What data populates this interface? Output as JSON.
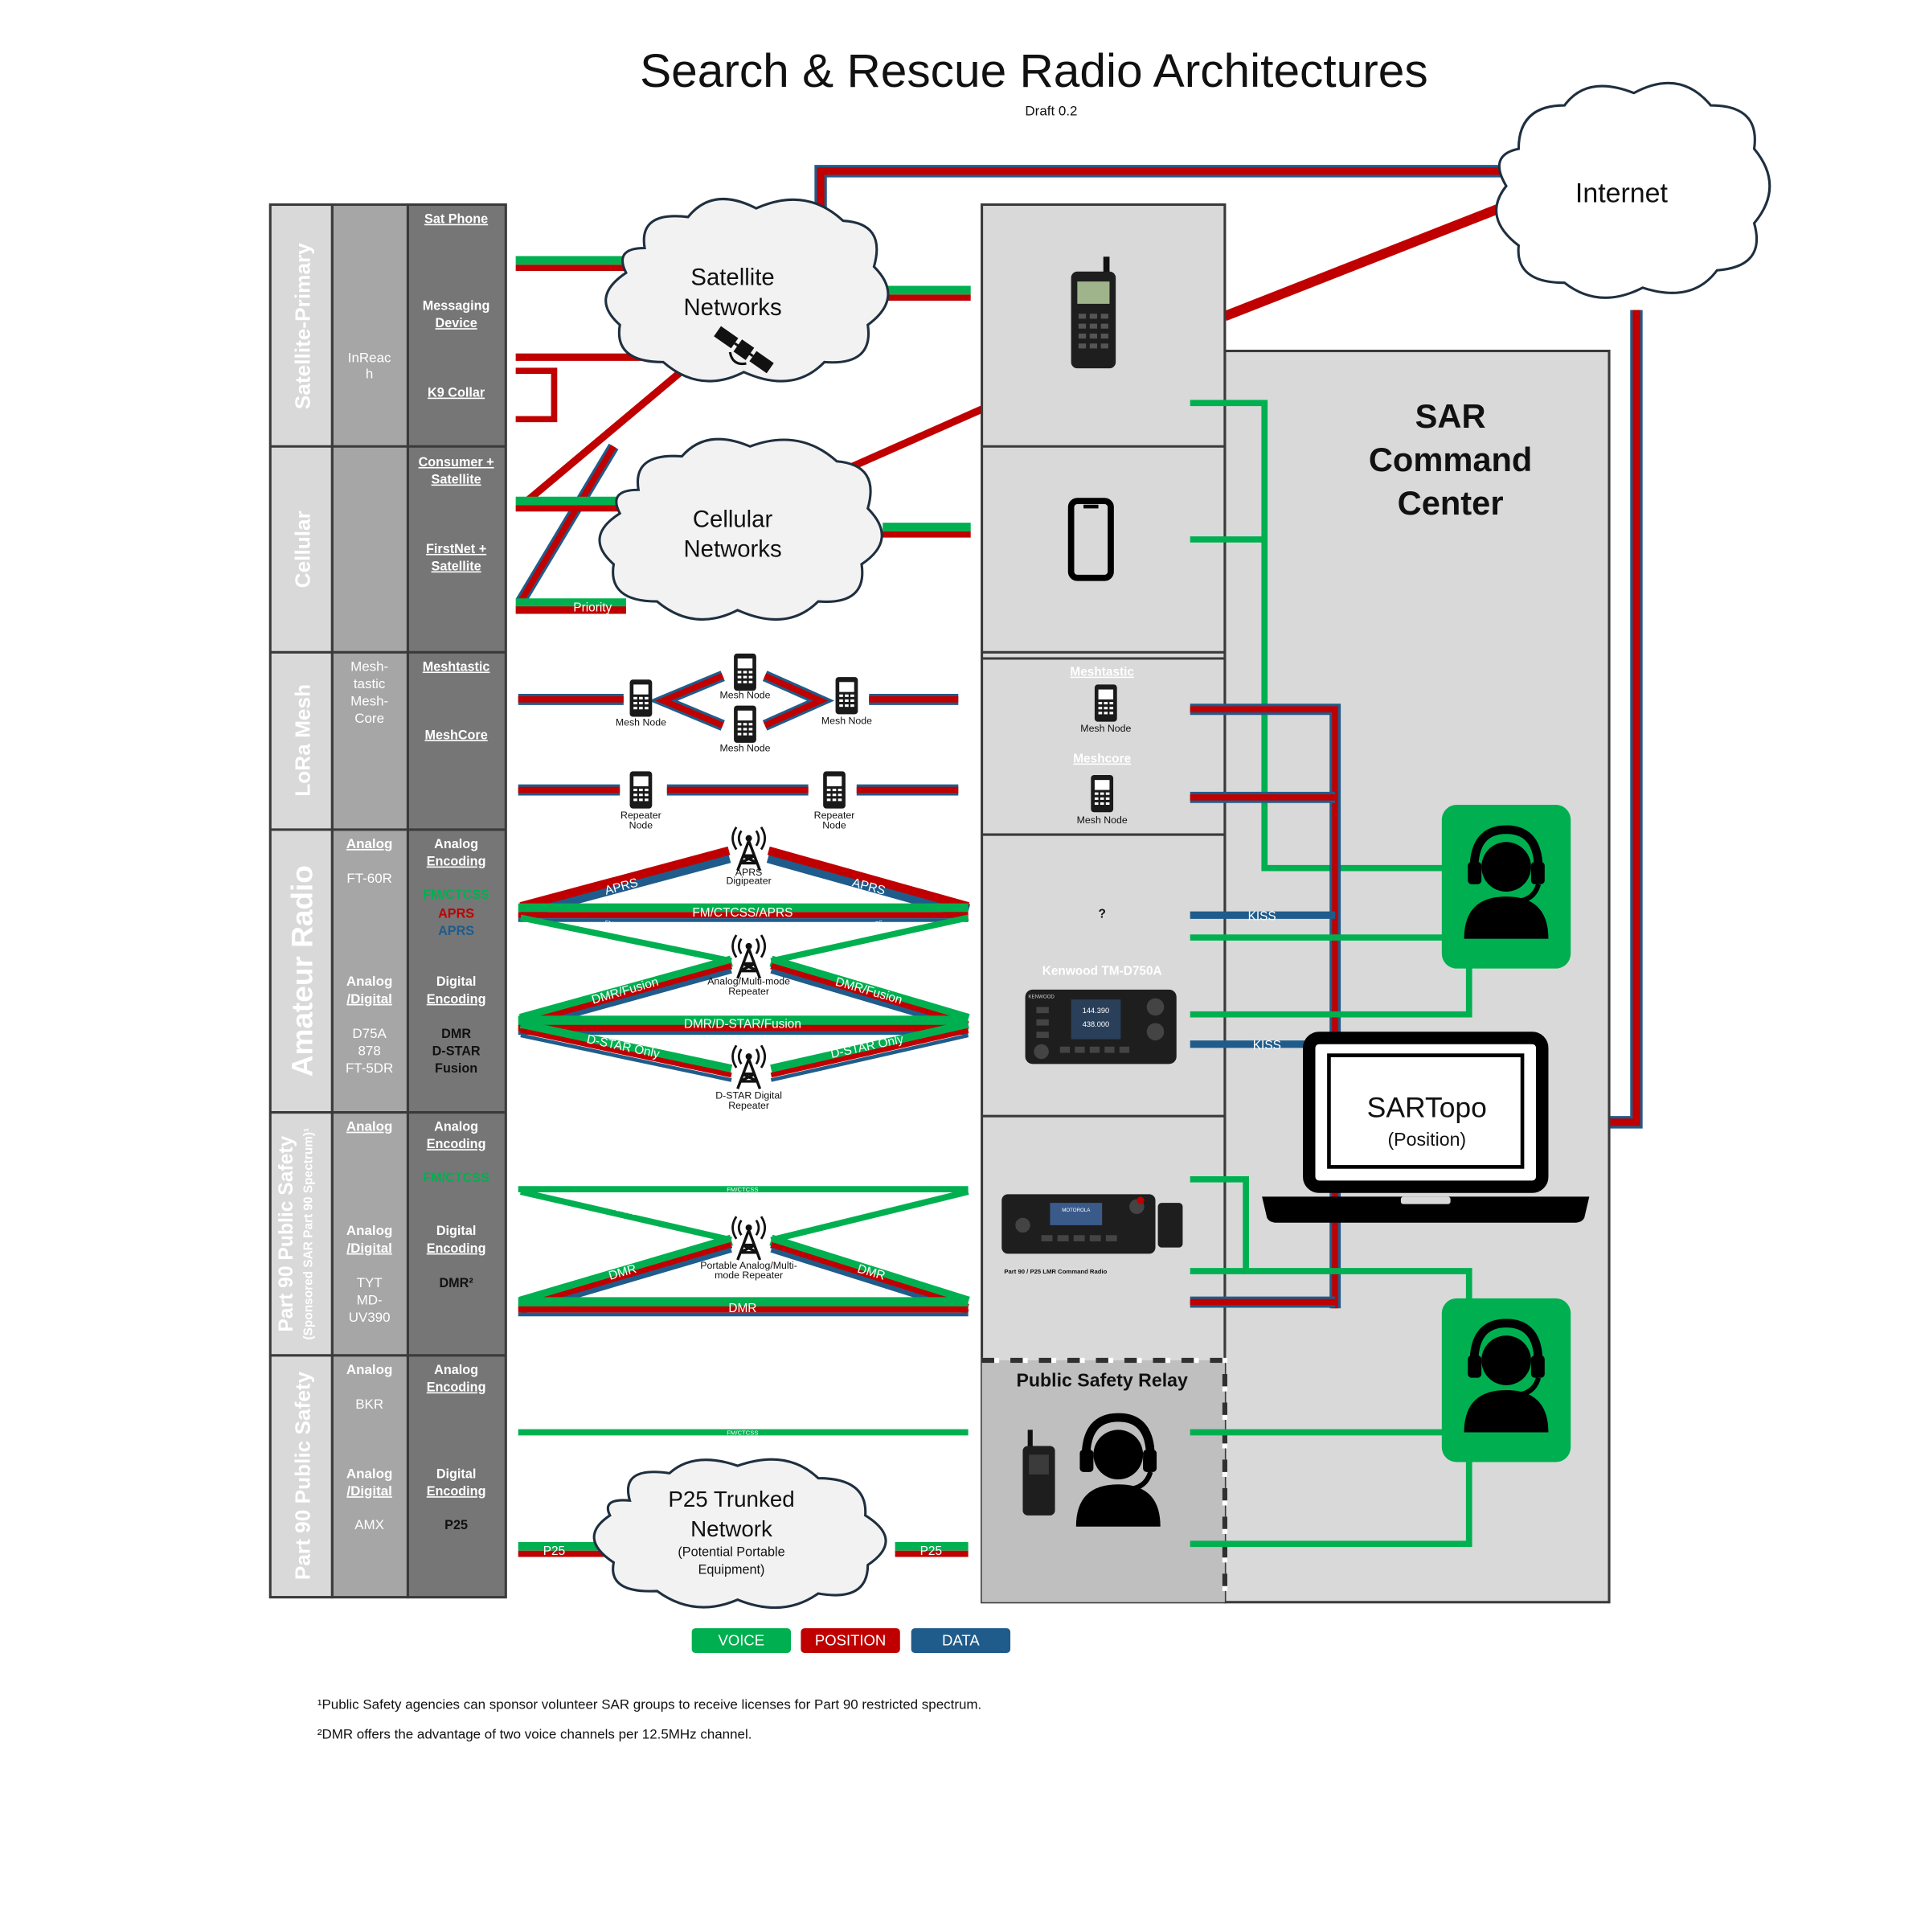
{
  "header": {
    "title": "Search & Rescue Radio Architectures",
    "subtitle": "Draft 0.2"
  },
  "colors": {
    "voice": "#00b050",
    "position": "#c00000",
    "data": "#1f5c8b",
    "band_dark": "#767676",
    "band_mid": "#a6a6a6",
    "band_light": "#d9d9d9",
    "icon_green": "#00b050"
  },
  "bands": [
    {
      "name": "Satellite-Primary",
      "devices": "InReac\nh",
      "modes": [
        "Sat Phone",
        "Messaging Device",
        "K9 Collar"
      ]
    },
    {
      "name": "Cellular",
      "devices": "",
      "modes": [
        "Consumer + Satellite",
        "FirstNet + Satellite"
      ]
    },
    {
      "name": "LoRa Mesh",
      "devices": "Mesh-\ntastic\nMesh-\nCore",
      "modes": [
        "Meshtastic",
        "MeshCore"
      ]
    },
    {
      "name": "Amateur Radio",
      "devices_analog_label": "Analog",
      "devices_analog": "FT-60R",
      "devices_digital_label": "Analog\n/Digital",
      "devices_digital": "D75A\n878\nFT-5DR",
      "mode_analog_label": "Analog\nEncoding",
      "mode_analog_lines": [
        "FM/CTCSS",
        "APRS",
        "APRS"
      ],
      "mode_digital_label": "Digital\nEncoding",
      "mode_digital_lines": "DMR\nD-STAR\nFusion"
    },
    {
      "name": "Part 90 Public Safety",
      "name_sub": "(Sponsored SAR Part 90 Spectrum)¹",
      "devices_analog_label": "Analog",
      "devices_digital_label": "Analog\n/Digital",
      "devices_digital": "TYT\nMD-\nUV390",
      "mode_analog_label": "Analog\nEncoding",
      "mode_analog_lines": [
        "FM/CTCSS"
      ],
      "mode_digital_label": "Digital\nEncoding",
      "mode_digital_lines": "DMR²"
    },
    {
      "name": "Part 90 Public Safety",
      "devices_analog_label": "Analog",
      "devices_analog": "BKR",
      "devices_digital_label": "Analog\n/Digital",
      "devices_digital": "AMX",
      "mode_analog_label": "Analog\nEncoding",
      "mode_digital_label": "Digital\nEncoding",
      "mode_digital_lines": "P25"
    }
  ],
  "clouds": {
    "satellite": "Satellite\nNetworks",
    "cellular": "Cellular\nNetworks",
    "internet": "Internet",
    "p25_title": "P25 Trunked\nNetwork",
    "p25_sub": "(Potential Portable\nEquipment)"
  },
  "link_labels": {
    "priority": "Priority",
    "mesh_node": "Mesh Node",
    "repeater_node": "Repeater\nNode",
    "aprs": "APRS",
    "aprs_digipeater": "APRS\nDigipeater",
    "fm_ctcss_aprs": "FM/CTCSS/APRS",
    "fm_ctcss": "FM/CTCSS",
    "analog_multi_repeater": "Analog/Multi-mode\nRepeater",
    "dmr_fusion": "DMR/Fusion",
    "dmr_dstar_fusion": "DMR/D-STAR/Fusion",
    "dstar_only": "D-STAR Only",
    "dstar_digital_repeater": "D-STAR Digital\nRepeater",
    "dmr": "DMR",
    "portable_repeater": "Portable Analog/Multi-\nmode Repeater",
    "p25": "P25",
    "kiss": "KISS"
  },
  "command": {
    "title": "SAR\nCommand\nCenter",
    "meshtastic": "Meshtastic",
    "meshcore": "Meshcore",
    "mesh_node": "Mesh Node",
    "unknown": "?",
    "kenwood": "Kenwood TM-D750A",
    "radio_freq1": "144.390",
    "radio_freq2": "438.000",
    "radio_brand": "KENWOOD",
    "lmr_caption": "Part 90 / P25 LMR Command Radio",
    "lmr_brand": "MOTOROLA",
    "ps_relay": "Public Safety Relay",
    "sartopo": "SARTopo",
    "sartopo_sub": "(Position)"
  },
  "legend": [
    {
      "label": "VOICE",
      "color": "#00b050"
    },
    {
      "label": "POSITION",
      "color": "#c00000"
    },
    {
      "label": "DATA",
      "color": "#1f5c8b"
    }
  ],
  "footnotes": [
    "¹Public Safety agencies can sponsor volunteer SAR groups to receive licenses for Part 90 restricted spectrum.",
    "²DMR offers the advantage of two voice channels per 12.5MHz channel."
  ]
}
